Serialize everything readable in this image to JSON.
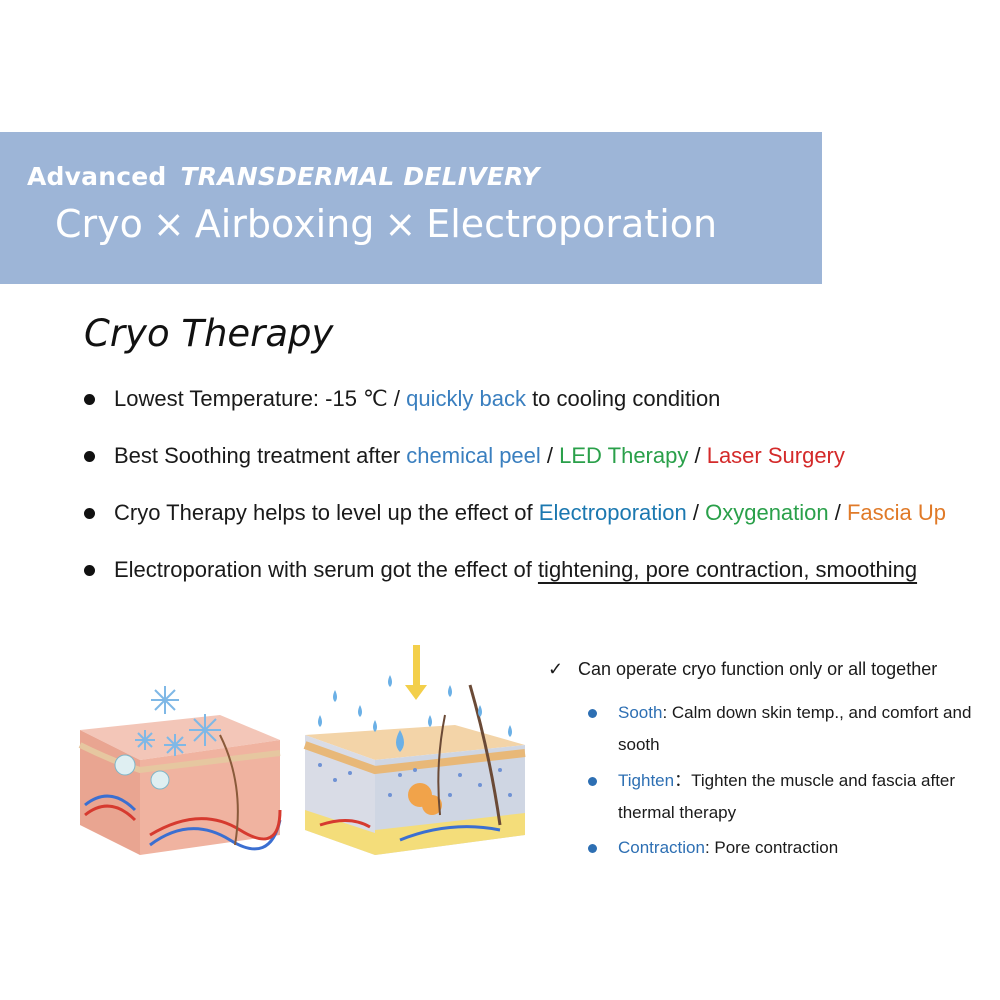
{
  "banner": {
    "line1_prefix": "Advanced",
    "line1_strong": "TRANSDERMAL DELIVERY",
    "line2": [
      "Cryo",
      "Airboxing",
      "Electroporation"
    ],
    "separator": "×",
    "background": "#9db5d7"
  },
  "section_title": "Cryo Therapy",
  "bullets": {
    "b1": {
      "text1": "Lowest Temperature:  -15 ℃ / ",
      "highlight": "quickly back",
      "text2": " to cooling condition"
    },
    "b2": {
      "text1": "Best Soothing treatment after ",
      "h1": "chemical peel",
      "sep1": " / ",
      "h2": "LED Therapy",
      "sep2": " /  ",
      "h3": "Laser Surgery"
    },
    "b3": {
      "text1": "Cryo Therapy helps to level up the effect of ",
      "h1": "Electroporation",
      "sep1": " / ",
      "h2": "Oxygenation",
      "sep2": " / ",
      "h3": "Fascia Up"
    },
    "b4": {
      "text1": "Electroporation with serum got the effect of ",
      "underlined": "tightening, pore contraction, smoothing"
    }
  },
  "features": {
    "check_mark": "✓",
    "headline": "Can operate cryo function only or all together",
    "items": [
      {
        "name": "Sooth",
        "desc": ": Calm down skin temp., and comfort and sooth"
      },
      {
        "name": "Tighten",
        "desc": "：Tighten the muscle and fascia after thermal therapy"
      },
      {
        "name": "Contraction",
        "desc": ": Pore contraction"
      }
    ]
  },
  "colors": {
    "blue": "#3a7fbf",
    "green": "#2aa04a",
    "red": "#d42a2a",
    "teal": "#1b78b0",
    "orange": "#e07a28",
    "bullet_blue": "#2d6fb3"
  },
  "illustrations": [
    "skin-cross-section-snowflakes-icon",
    "skin-cross-section-drops-icon"
  ]
}
